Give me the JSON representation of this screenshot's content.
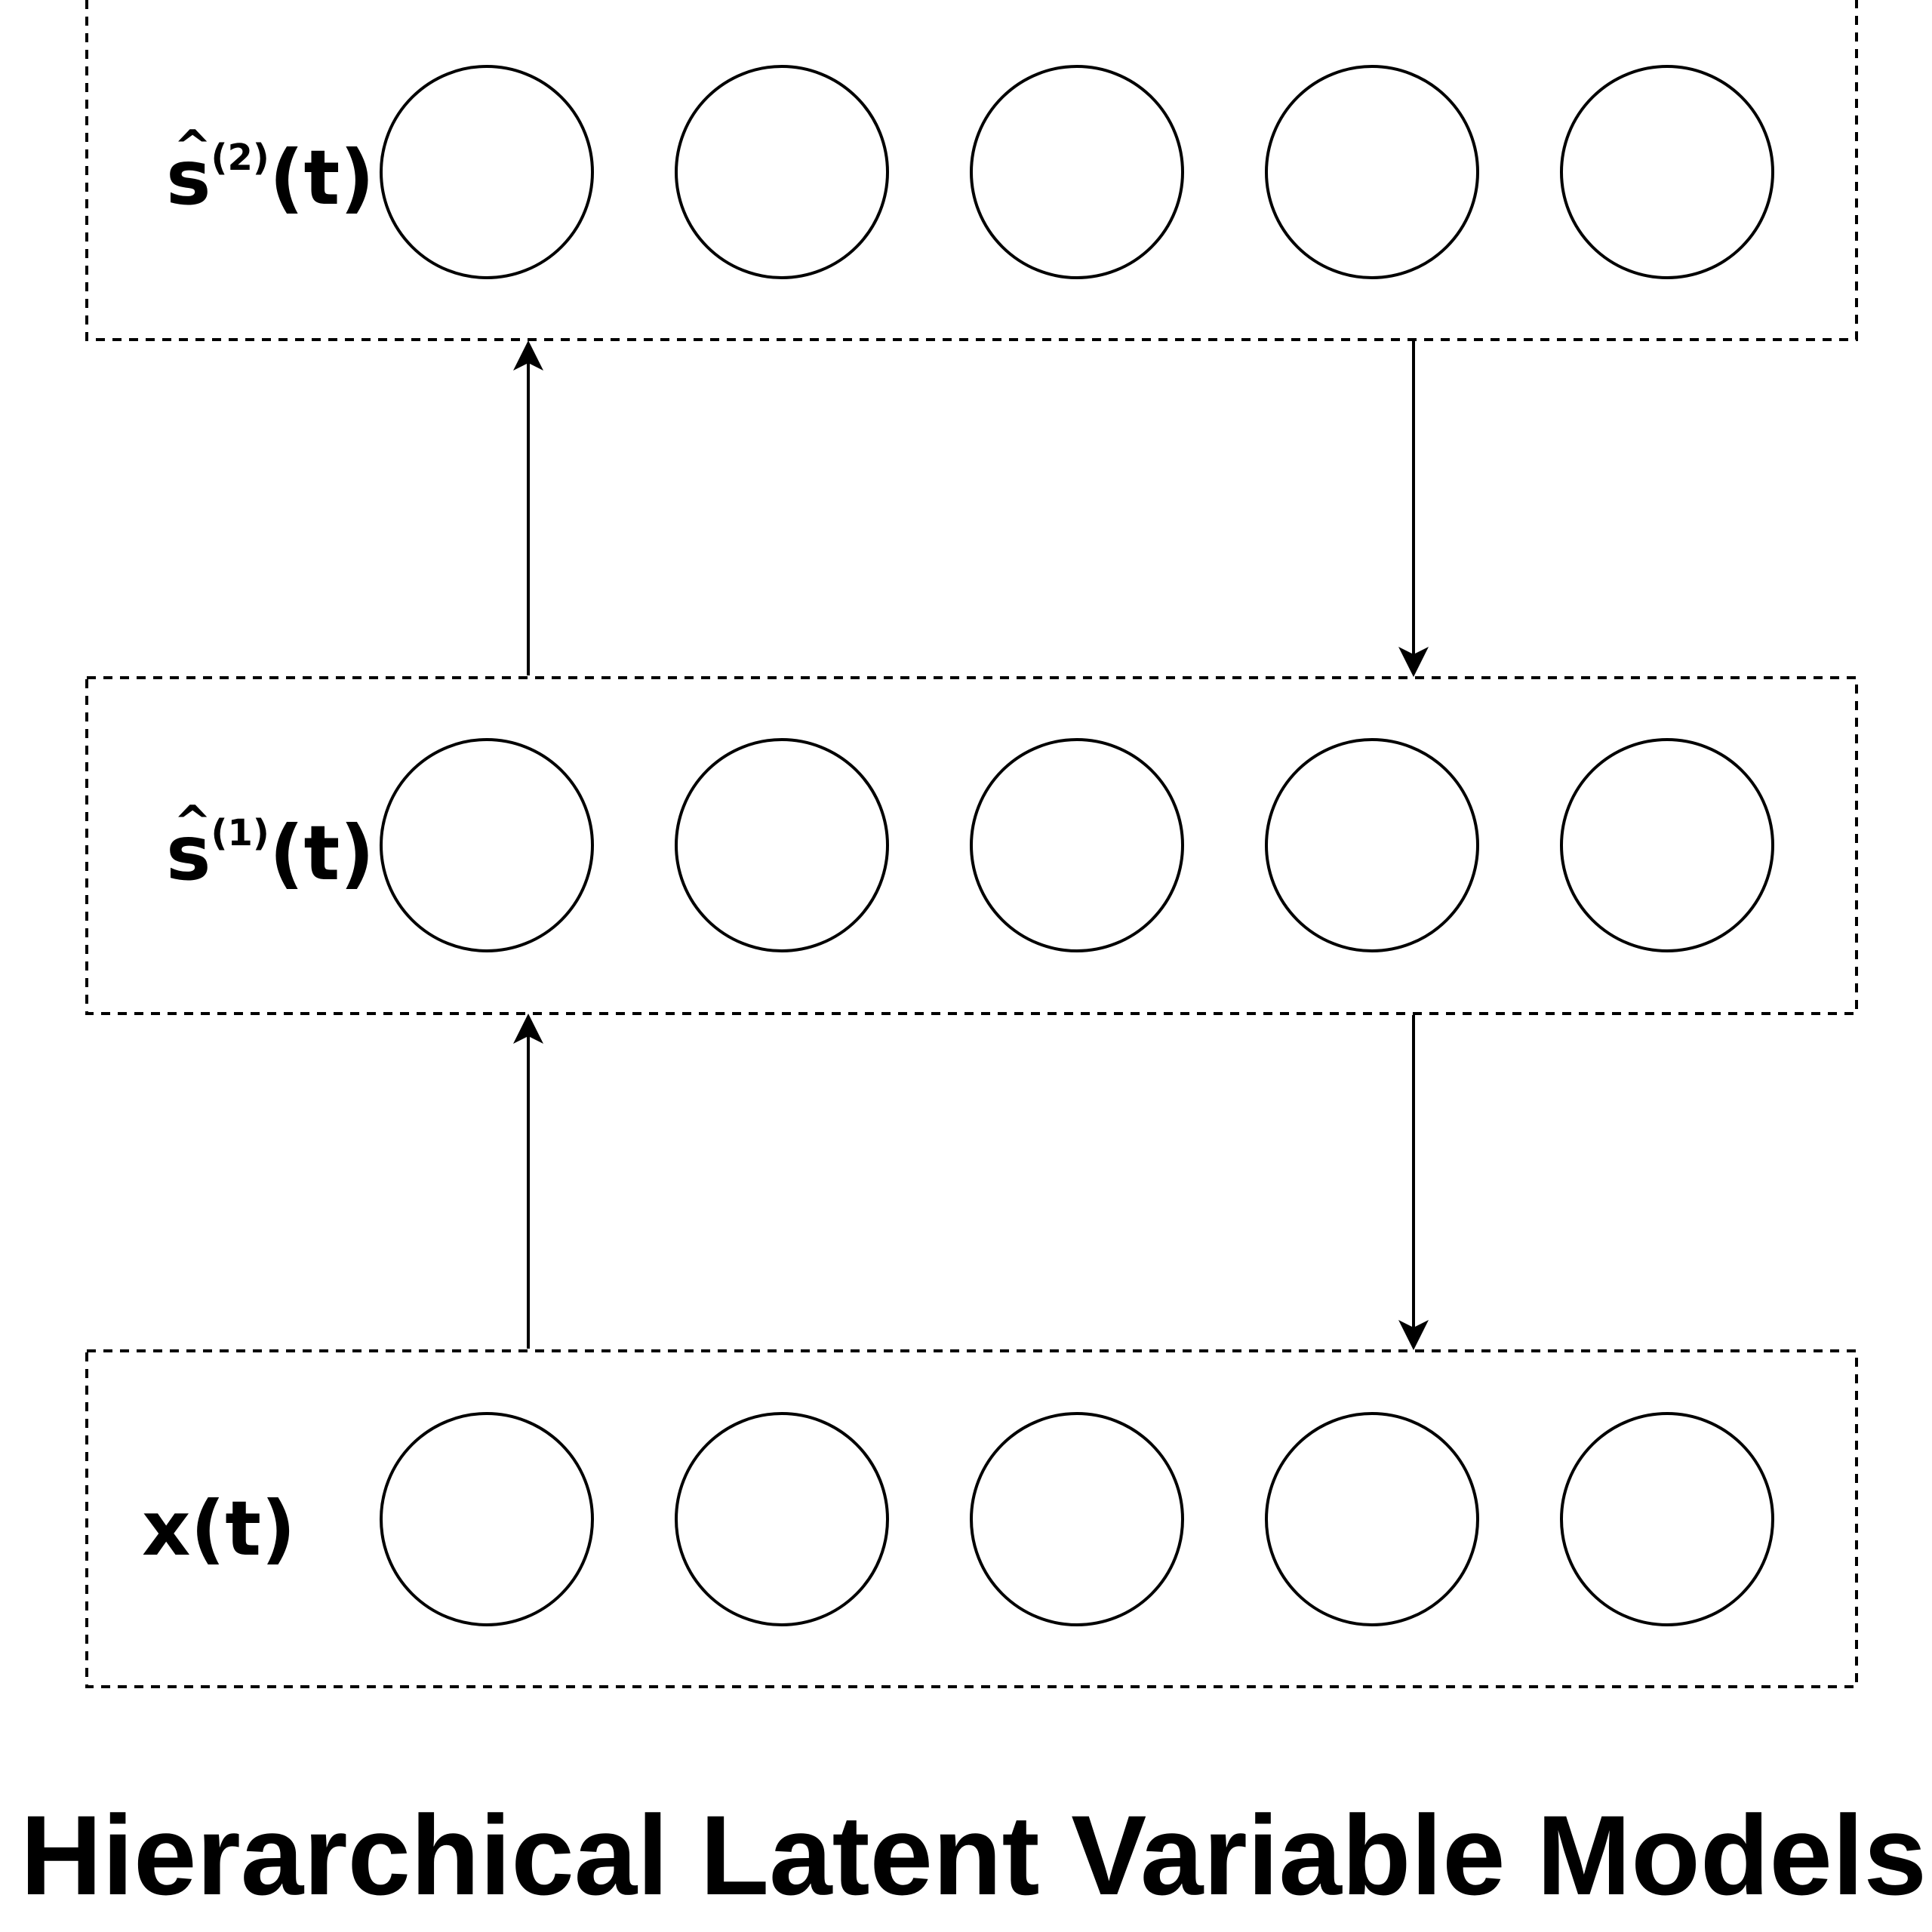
{
  "layers": [
    {
      "id": "s2",
      "label": {
        "base": "s",
        "hat": "^",
        "superscript": "(2)",
        "argument": "(t)"
      },
      "node_count": 5
    },
    {
      "id": "s1",
      "label": {
        "base": "s",
        "hat": "^",
        "superscript": "(1)",
        "argument": "(t)"
      },
      "node_count": 5
    },
    {
      "id": "x",
      "label": {
        "base": "x",
        "hat": "",
        "superscript": "",
        "argument": "(t)"
      },
      "node_count": 5
    }
  ],
  "edges": [
    {
      "from": "x",
      "to": "s1",
      "direction": "up"
    },
    {
      "from": "s1",
      "to": "s2",
      "direction": "up"
    },
    {
      "from": "s2",
      "to": "s1",
      "direction": "down"
    },
    {
      "from": "s1",
      "to": "x",
      "direction": "down"
    }
  ],
  "title": "Hierarchical Latent Variable Models"
}
